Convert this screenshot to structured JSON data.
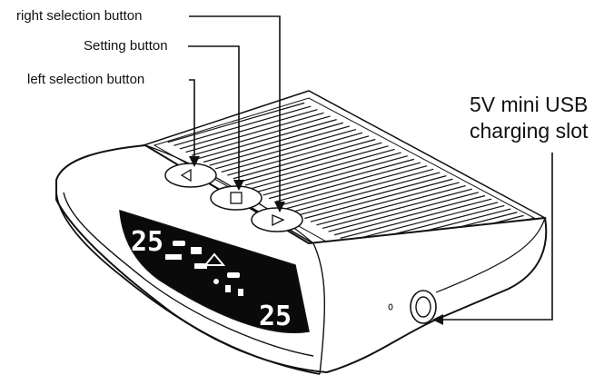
{
  "diagram": {
    "labels": {
      "right_selection": "right selection button",
      "setting": "Setting button",
      "left_selection": "left selection button",
      "usb_line1": "5V mini USB",
      "usb_line2": "charging slot"
    },
    "display": {
      "left_number": "25",
      "right_number": "25"
    },
    "colors": {
      "line": "#111111",
      "display_bg": "#0a0a0a",
      "display_segment": "#ffffff"
    }
  }
}
